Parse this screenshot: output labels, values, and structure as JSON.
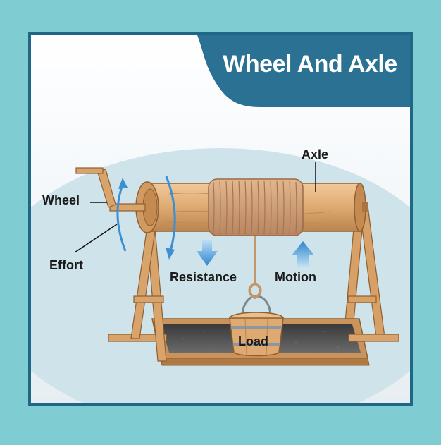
{
  "title": "Wheel And Axle",
  "labels": {
    "axle": "Axle",
    "wheel": "Wheel",
    "effort": "Effort",
    "resistance": "Resistance",
    "motion": "Motion",
    "load": "Load"
  },
  "colors": {
    "background": "#7fcdd3",
    "banner": "#2b7193",
    "arrow_blue": "#3c8fd3",
    "wood": "#d9a46c",
    "wood_dark": "#9b6a39",
    "pit": "#4d4d4d"
  }
}
